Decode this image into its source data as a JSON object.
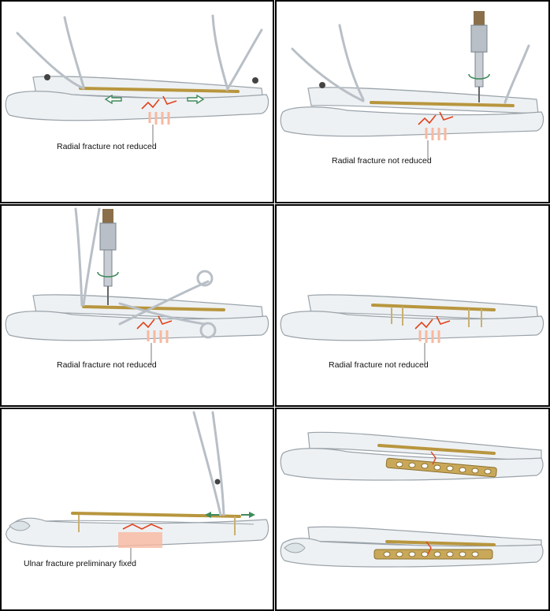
{
  "panels": [
    {
      "caption": "Radial fracture not reduced"
    },
    {
      "caption": "Radial fracture not reduced"
    },
    {
      "caption": "Radial fracture not reduced"
    },
    {
      "caption": "Radial fracture not reduced"
    },
    {
      "caption": "Ulnar fracture preliminary fixed"
    },
    {
      "caption": ""
    }
  ],
  "colors": {
    "bone_fill": "#eef1f3",
    "bone_stroke": "#9aa3aa",
    "plate": "#b8963e",
    "fracture": "#e0441e",
    "reduction_zone": "#f7b9a0",
    "arrow_green": "#3f8a5a",
    "instrument": "#b8bfc6",
    "drill_handle": "#8a6f4a",
    "logo_blue": "#1a56a0",
    "logo_yellow": "#f2c500"
  },
  "icons": [
    "ao-logo-icon",
    "rotation-arrow-icon",
    "push-arrow-icon"
  ]
}
